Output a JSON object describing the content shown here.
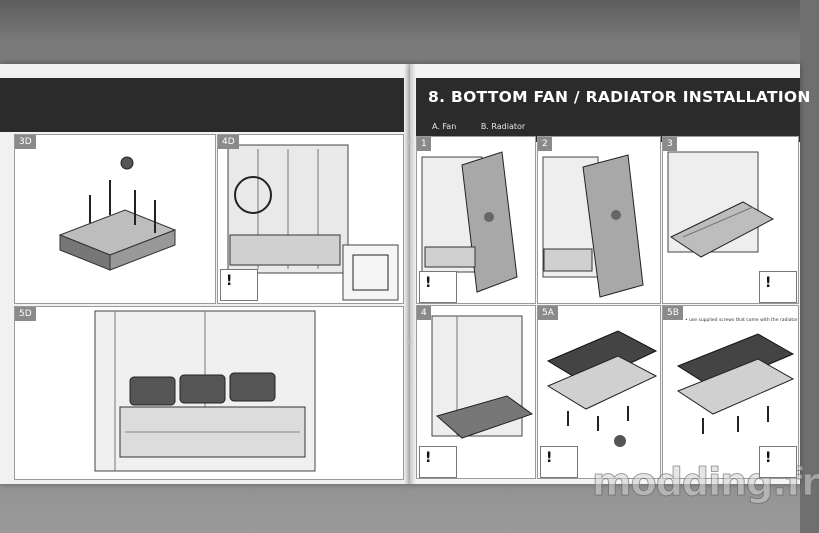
{
  "section": {
    "title": "8. BOTTOM FAN / RADIATOR INSTALLATION",
    "subtabs": [
      "A. Fan",
      "B. Radiator"
    ]
  },
  "left_page": {
    "panels": [
      {
        "label": "3D"
      },
      {
        "label": "4D"
      },
      {
        "label": "5D"
      }
    ]
  },
  "right_page": {
    "panels": [
      {
        "label": "1"
      },
      {
        "label": "2"
      },
      {
        "label": "3"
      },
      {
        "label": "4"
      },
      {
        "label": "5A"
      },
      {
        "label": "5B"
      }
    ],
    "note_5b": "• use supplied screws that come with the radiator"
  },
  "warning": {
    "mark": "!"
  },
  "watermark": {
    "text": "modding.fr"
  }
}
